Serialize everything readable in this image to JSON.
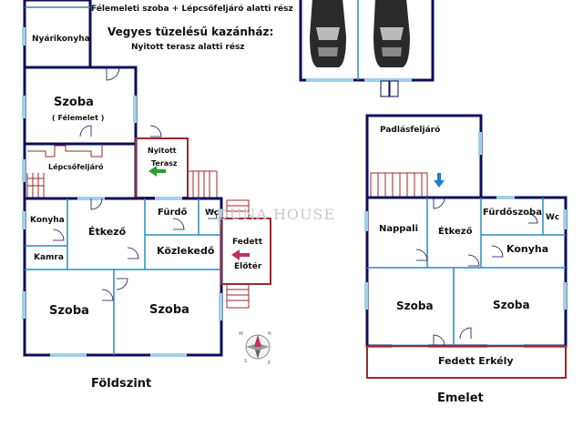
{
  "notes": {
    "top_line1": "Félemeleti szoba + Lépcsőfeljáró alatti rész",
    "top_line2": "Vegyes tüzelésű kazánház:",
    "top_line3": "Nyitott terasz alatti rész"
  },
  "ground_floor": {
    "title": "Földszint",
    "rooms": {
      "nyarikonyha": "Nyárikonyha",
      "szoba_felemelet": "Szoba",
      "felemelet_note": "( Félemelet )",
      "lepcsofeljaro": "Lépcsőfeljáró",
      "nyitott": "Nyitott",
      "terasz": "Terasz",
      "konyha": "Konyha",
      "kamra": "Kamra",
      "etkezo": "Étkező",
      "furdo": "Fürdő",
      "wc": "Wc",
      "kozlekedo": "Közlekedő",
      "fedett": "Fedett",
      "eloter": "Előtér",
      "szoba_left": "Szoba",
      "szoba_right": "Szoba"
    }
  },
  "upper_floor": {
    "title": "Emelet",
    "rooms": {
      "padlasfeljaro": "Padlásfeljáró",
      "nappali": "Nappali",
      "etkezo": "Étkező",
      "furdoszoba": "Fürdőszoba",
      "wc": "Wc",
      "konyha": "Konyha",
      "szoba_left": "Szoba",
      "szoba_right": "Szoba",
      "fedett_erkely": "Fedett Erkély"
    }
  },
  "watermark": "DUNA HOUSE",
  "compass": {
    "letters": [
      "N",
      "S",
      "E",
      "W"
    ]
  },
  "colors": {
    "wall": "#0d0d5c",
    "window": "#9fd0e8",
    "interior": "#2a8cb8",
    "terrace": "#9b2a2a",
    "arrow_green": "#2f9b2f",
    "arrow_pink": "#c0306a",
    "arrow_blue": "#1e7fd0"
  }
}
